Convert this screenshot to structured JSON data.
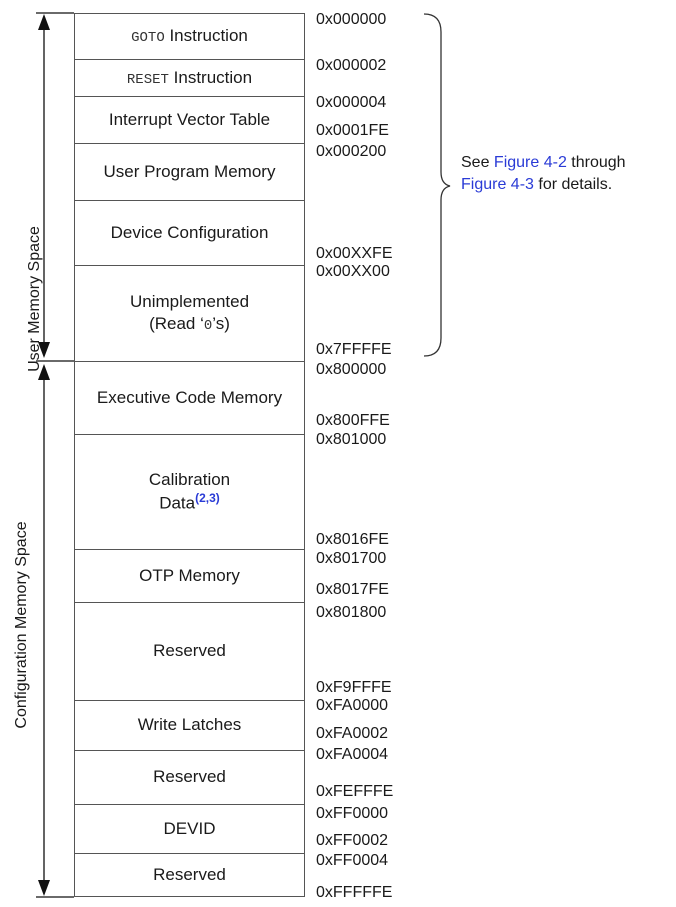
{
  "blocks": {
    "goto": {
      "mono": "GOTO",
      "text": " Instruction"
    },
    "reset": {
      "mono": "RESET",
      "text": " Instruction"
    },
    "ivt": {
      "text": "Interrupt Vector Table"
    },
    "upm": {
      "text": "User Program Memory"
    },
    "devcfg": {
      "text": "Device Configuration"
    },
    "unimpl": {
      "line1": "Unimplemented",
      "line2a": "(Read ‘",
      "line2mono": "0",
      "line2b": "’s)"
    },
    "exec": {
      "text": "Executive Code Memory"
    },
    "calib": {
      "line1": "Calibration",
      "line2": "Data",
      "sup": "(2,3)"
    },
    "otp": {
      "text": "OTP Memory"
    },
    "res1": {
      "text": "Reserved"
    },
    "latches": {
      "text": "Write Latches"
    },
    "res2": {
      "text": "Reserved"
    },
    "devid": {
      "text": "DEVID"
    },
    "res3": {
      "text": "Reserved"
    }
  },
  "addresses": [
    "0x000000",
    "0x000002",
    "0x000004",
    "0x0001FE",
    "0x000200",
    "0x00XXFE",
    "0x00XX00",
    "0x7FFFFE",
    "0x800000",
    "0x800FFE",
    "0x801000",
    "0x8016FE",
    "0x801700",
    "0x8017FE",
    "0x801800",
    "0xF9FFFE",
    "0xFA0000",
    "0xFA0002",
    "0xFA0004",
    "0xFEFFFE",
    "0xFF0000",
    "0xFF0002",
    "0xFF0004",
    "0xFFFFFE"
  ],
  "labels": {
    "user_space": "User Memory Space",
    "config_space": "Configuration Memory Space"
  },
  "note": {
    "prefix": "See ",
    "link1": "Figure 4-2",
    "mid": " through",
    "link2": "Figure 4-3",
    "suffix": " for details."
  }
}
